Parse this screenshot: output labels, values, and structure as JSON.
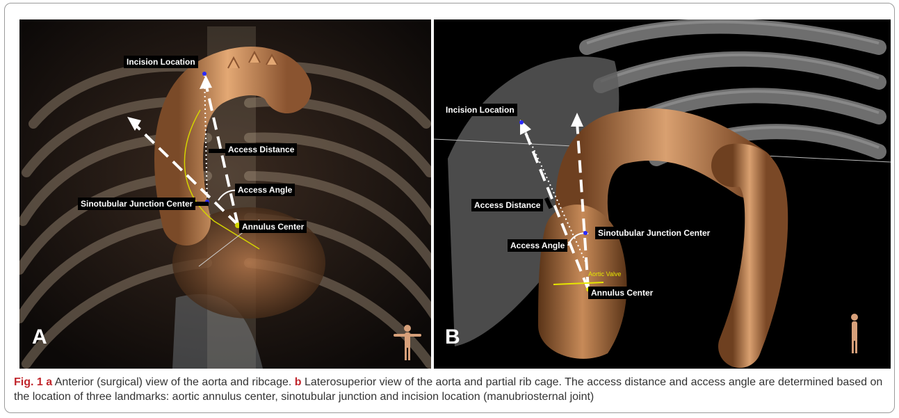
{
  "panel_a": {
    "letter": "A",
    "labels": {
      "incision": "Incision Location",
      "access_distance": "Access Distance",
      "access_angle": "Access Angle",
      "stj": "Sinotubular Junction Center",
      "annulus": "Annulus Center"
    }
  },
  "panel_b": {
    "letter": "B",
    "labels": {
      "incision": "Incision Location",
      "access_distance": "Access Distance",
      "access_angle": "Access Angle",
      "stj": "Sinotubular Junction Center",
      "annulus": "Annulus Center",
      "aortic_valve": "Aortic Valve"
    }
  },
  "caption": {
    "fig_label": "Fig. 1",
    "a_letter": "a",
    "a_text": "Anterior (surgical) view of the aorta and ribcage.",
    "b_letter": "b",
    "b_text": "Laterosuperior view of the aorta and partial rib cage. The access distance and access angle are determined based on the location of three landmarks: aortic annulus center, sinotubular junction and incision location (manubriosternal joint)"
  },
  "colors": {
    "tissue": "#c98a55",
    "bone": "#6a6a6a",
    "caption_accent": "#c0262c",
    "valve_line": "#e6e600"
  }
}
